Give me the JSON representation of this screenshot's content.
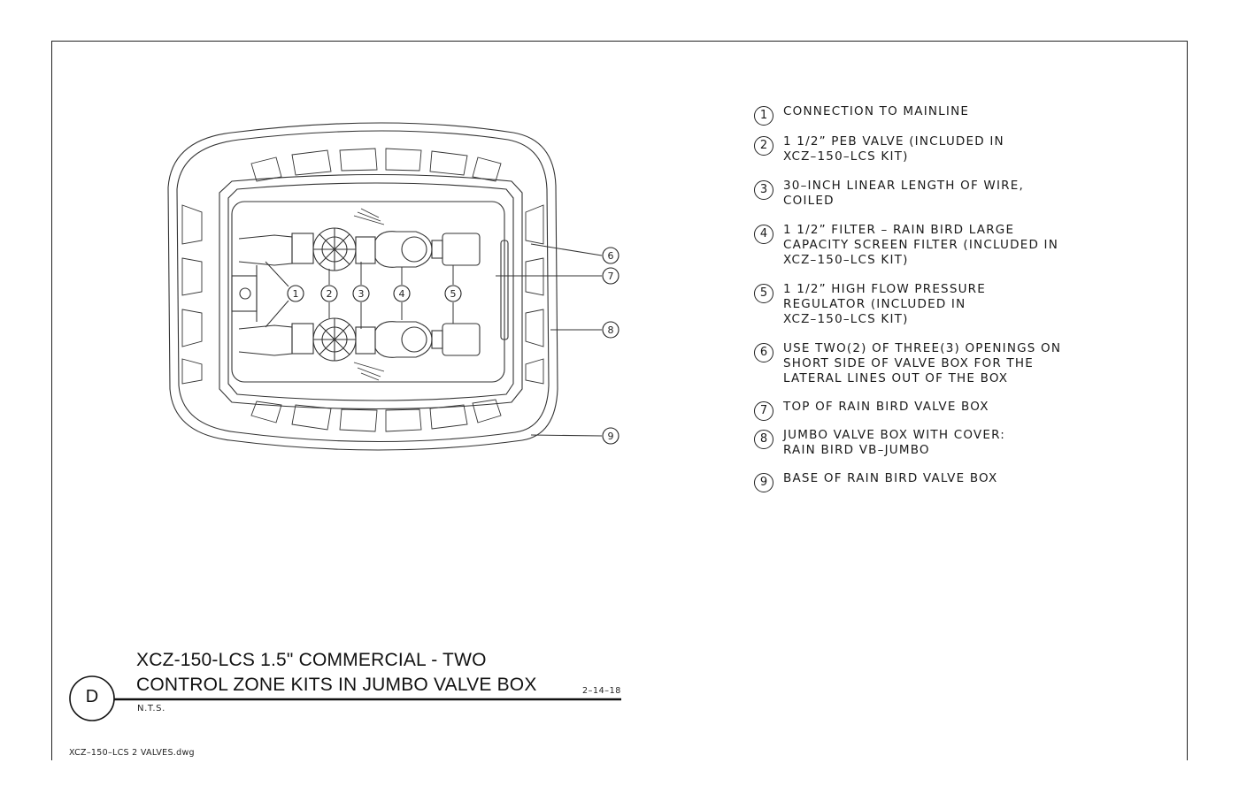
{
  "legend": [
    {
      "num": "1",
      "text": "CONNECTION TO MAINLINE"
    },
    {
      "num": "2",
      "text": "1 1/2” PEB VALVE (INCLUDED IN\nXCZ–150–LCS KIT)"
    },
    {
      "num": "3",
      "text": "30–INCH LINEAR LENGTH OF WIRE,\nCOILED"
    },
    {
      "num": "4",
      "text": "1 1/2” FILTER – RAIN BIRD LARGE\nCAPACITY SCREEN FILTER (INCLUDED IN\nXCZ–150–LCS KIT)"
    },
    {
      "num": "5",
      "text": "1 1/2” HIGH FLOW PRESSURE\nREGULATOR (INCLUDED IN\nXCZ–150–LCS KIT)"
    },
    {
      "num": "6",
      "text": "USE TWO(2) OF THREE(3) OPENINGS ON\nSHORT SIDE OF VALVE BOX FOR THE\nLATERAL LINES OUT OF THE BOX"
    },
    {
      "num": "7",
      "text": "TOP OF RAIN BIRD VALVE BOX"
    },
    {
      "num": "8",
      "text": "JUMBO VALVE BOX WITH COVER:\n   RAIN BIRD VB–JUMBO"
    },
    {
      "num": "9",
      "text": "BASE OF RAIN BIRD VALVE BOX"
    }
  ],
  "callouts": [
    "1",
    "2",
    "3",
    "4",
    "5",
    "6",
    "7",
    "8",
    "9"
  ],
  "title": {
    "line1": "XCZ-150-LCS 1.5\" COMMERCIAL - TWO",
    "line2": "CONTROL ZONE KITS IN JUMBO VALVE BOX",
    "detail_letter": "D",
    "scale": "N.T.S.",
    "date": "2–14–18"
  },
  "filename": "XCZ–150–LCS 2 VALVES.dwg"
}
